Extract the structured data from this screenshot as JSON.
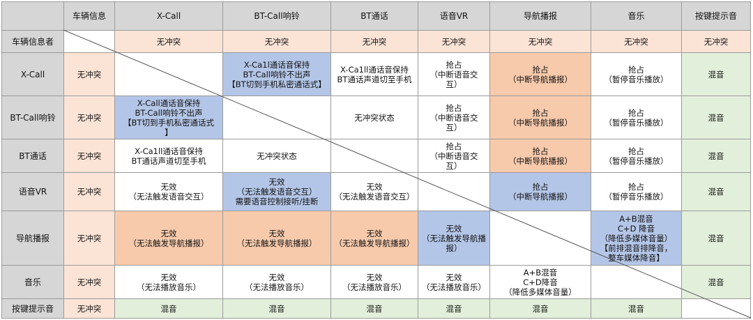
{
  "col_headers": [
    "车辆信息",
    "X-Call",
    "BT-Call响铃",
    "BT通话",
    "语音VR",
    "导航播报",
    "音乐",
    "按键提示音"
  ],
  "rows": [
    {
      "label": "车辆信息者",
      "cells": [
        "",
        "无冲突",
        "无冲突",
        "无冲突",
        "无冲突",
        "无冲突",
        "无冲突",
        "无冲突"
      ]
    },
    {
      "label": "X-Call",
      "cells": [
        "无冲突",
        "",
        "X-Ca1l通话音保持\nBT-Call响铃不出声\n【BT切到手机私密通话式】",
        "X-Ca1ll通话音保持\nBT通话声道切至手机",
        "抢占\n（中断语音交\n互）",
        "抢占\n（中断导航播报）",
        "抢占\n（暂停音乐播放）",
        "混音"
      ]
    },
    {
      "label": "BT-Call响铃",
      "cells": [
        "无冲突",
        "X-Call通话音保持\nBT-Call响铃不出声\n【BT切到手机私密通话式\n】",
        "",
        "无冲突状态",
        "抢占\n（中断语音交\n互）",
        "抢占\n（中断导航播报）",
        "抢占\n（暂停音乐播放）",
        "混音"
      ]
    },
    {
      "label": "BT通话",
      "cells": [
        "无冲突",
        "X-Ca1ll通话音保持\nBT通话声道切至手机",
        "无冲突状态",
        "",
        "抢占\n（中断语音交\n互）",
        "抢占\n（中断导航播报）",
        "抢占\n（暂停音乐播放）",
        "混音"
      ]
    },
    {
      "label": "语音VR",
      "cells": [
        "无冲突",
        "无效\n（无法触发语音交互）",
        "无效\n（无法触发语音交互）\n需要语音控制接听/挂断",
        "无效\n（无法触发语音交互）",
        "",
        "抢占\n（中断导航播报）",
        "抢占\n（暂停音乐播放）",
        "混音"
      ]
    },
    {
      "label": "导航播报",
      "cells": [
        "无冲突",
        "无效\n（无法触发导航播报）",
        "无效\n（无法触发导航播报）",
        "无效\n（无法触发导航播报）",
        "无效\n（无法触发导航播\n报）",
        "",
        "A+B混音\nC+D 降音\n（降低多媒体音量）\n【前排混音排降音，\n整车媒体降音】",
        "混音"
      ]
    },
    {
      "label": "音乐",
      "cells": [
        "无冲突",
        "无效\n（无法播放音乐）",
        "无效\n（无法播放音乐）",
        "无效\n（无法播放音乐）",
        "无效\n（无法播放音乐）",
        "A+B混音\nC+D降音\n（降低多媒体音量）",
        "",
        "混音"
      ]
    },
    {
      "label": "按键提示音",
      "cells": [
        "无冲突",
        "混音",
        "混音",
        "混音",
        "混音",
        "混音",
        "混音",
        ""
      ]
    }
  ],
  "colors": {
    "header_gray": "#d6d6d6",
    "no_conflict_peach": "#fbe4d6",
    "navigation_orange": "#f7caac",
    "blue": "#b4c6e7",
    "mix_green": "#e2efda",
    "grid_line": "#9a9a9a"
  }
}
